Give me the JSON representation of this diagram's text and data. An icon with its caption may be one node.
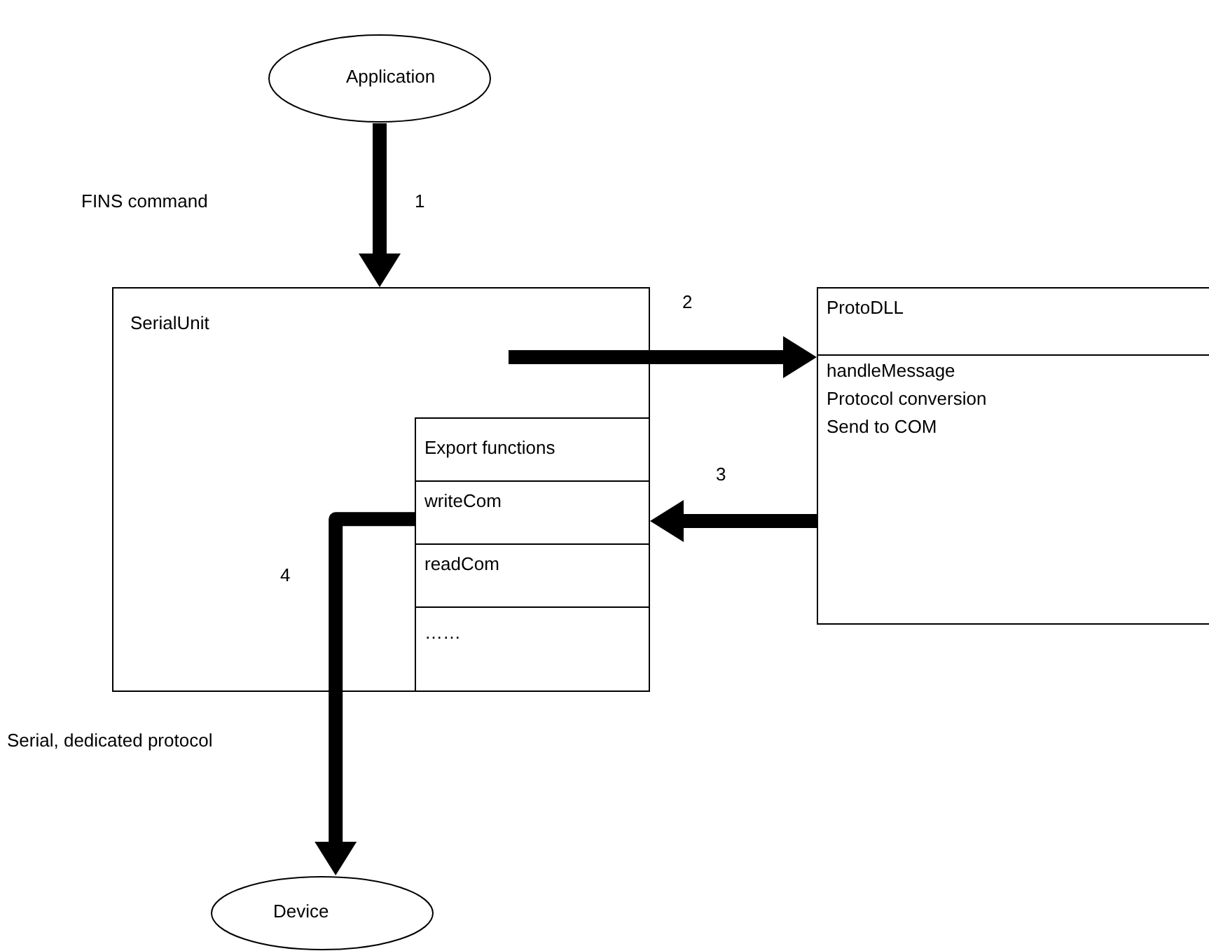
{
  "diagram": {
    "nodes": [
      {
        "text": [
          "Application"
        ]
      },
      {
        "text": [
          "SerialUnit"
        ]
      },
      {
        "text": [
          "ProtoDLL",
          "handleMessage",
          "Protocol conversion",
          "Send to COM"
        ]
      },
      {
        "text": [
          "Export functions"
        ],
        "in": 1
      },
      {
        "text": [
          "writeCom"
        ],
        "in": 1
      },
      {
        "text": [
          "readCom"
        ],
        "in": 1
      },
      {
        "text": [
          "……"
        ],
        "in": 1
      },
      {
        "text": [
          "Device"
        ]
      }
    ],
    "edges": [
      {
        "from": 0,
        "to": 1,
        "arrow": "to",
        "label": "1"
      },
      {
        "from": null,
        "to": 2,
        "arrow": "to",
        "label": "2"
      },
      {
        "from": 2,
        "to": 4,
        "arrow": "to",
        "label": "3"
      },
      {
        "from": 4,
        "to": 7,
        "arrow": "to",
        "label": "4"
      }
    ],
    "labels": [
      "FINS command",
      "Serial, dedicated protocol"
    ]
  }
}
